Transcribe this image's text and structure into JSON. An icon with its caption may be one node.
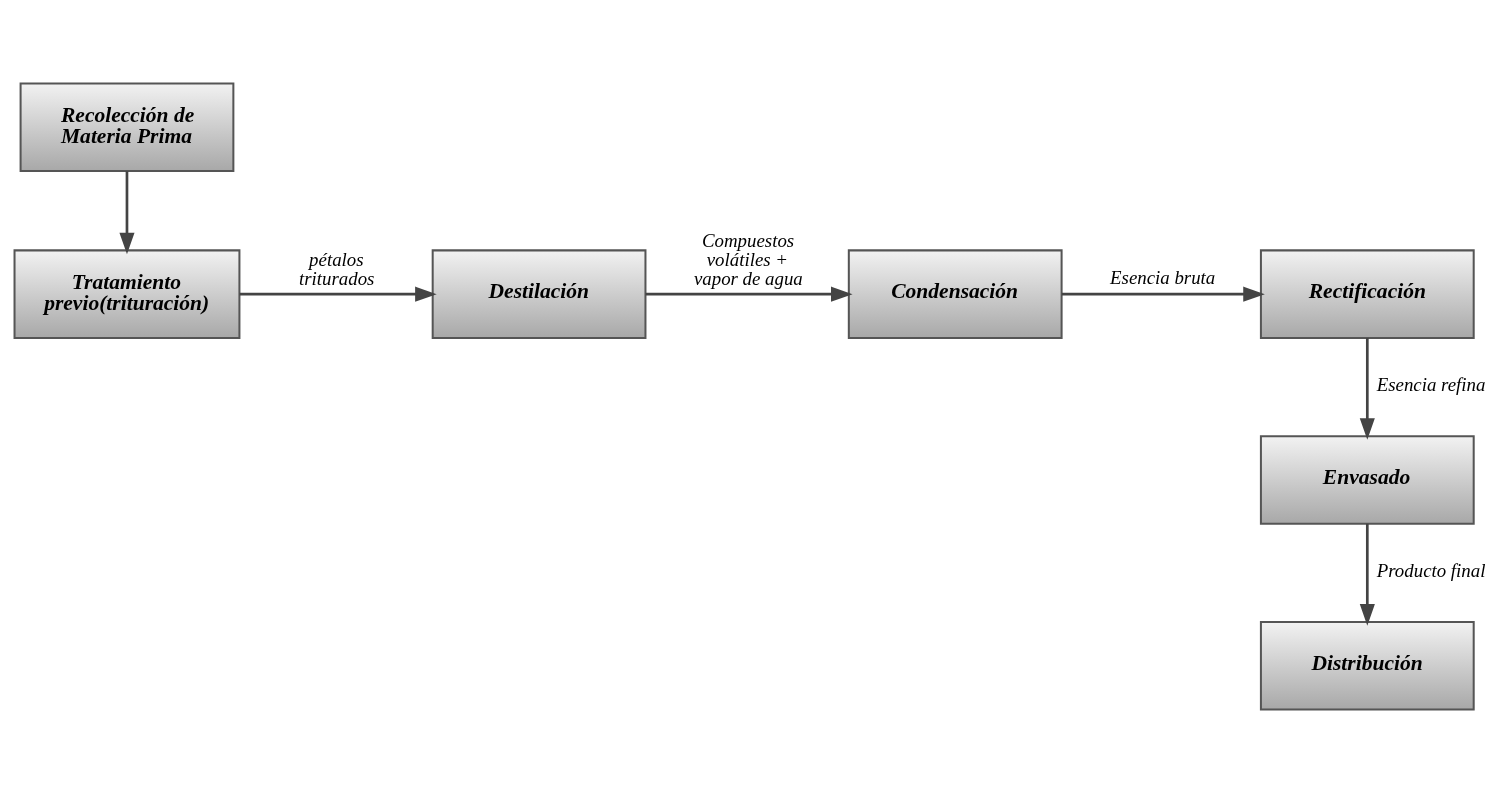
{
  "diagram": {
    "nodes": [
      {
        "text": [
          "Recolección de Materia Prima"
        ]
      },
      {
        "text": [
          "Tratamiento previo(trituración)"
        ]
      },
      {
        "text": [
          "Destilación"
        ]
      },
      {
        "text": [
          "Condensación"
        ]
      },
      {
        "text": [
          "Rectificación"
        ]
      },
      {
        "text": [
          "Envasado"
        ]
      },
      {
        "text": [
          "Distribución"
        ]
      }
    ],
    "edges": [
      {
        "from": 0,
        "to": 1,
        "arrow": "to"
      },
      {
        "from": 1,
        "to": 2,
        "arrow": "to",
        "label": "pétalos triturados"
      },
      {
        "from": 2,
        "to": 3,
        "arrow": "to",
        "label": "Compuestos volátiles + vapor de agua"
      },
      {
        "from": 3,
        "to": 4,
        "arrow": "to",
        "label": "Esencia bruta"
      },
      {
        "from": 4,
        "to": 5,
        "arrow": "to",
        "label": "Esencia refina"
      },
      {
        "from": 5,
        "to": 6,
        "arrow": "to",
        "label": "Producto final"
      }
    ]
  }
}
